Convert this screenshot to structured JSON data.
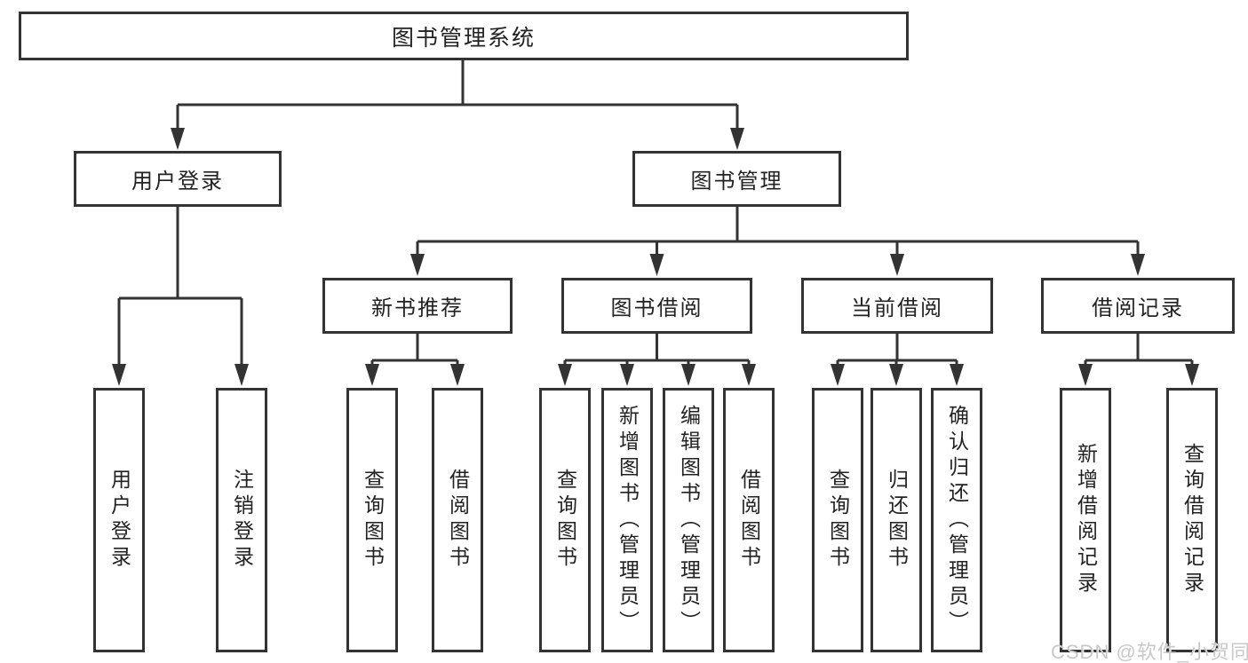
{
  "diagram": {
    "root": {
      "label": "图书管理系统"
    },
    "branches": [
      {
        "label": "用户登录",
        "children": [
          {
            "label": "用户登录"
          },
          {
            "label": "注销登录"
          }
        ]
      },
      {
        "label": "图书管理",
        "children": [
          {
            "label": "新书推荐",
            "children": [
              {
                "label": "查询图书"
              },
              {
                "label": "借阅图书"
              }
            ]
          },
          {
            "label": "图书借阅",
            "children": [
              {
                "label": "查询图书"
              },
              {
                "label": "新增图书（管理员）"
              },
              {
                "label": "编辑图书（管理员）"
              },
              {
                "label": "借阅图书"
              }
            ]
          },
          {
            "label": "当前借阅",
            "children": [
              {
                "label": "查询图书"
              },
              {
                "label": "归还图书"
              },
              {
                "label": "确认归还（管理员）"
              }
            ]
          },
          {
            "label": "借阅记录",
            "children": [
              {
                "label": "新增借阅记录"
              },
              {
                "label": "查询借阅记录"
              }
            ]
          }
        ]
      }
    ]
  },
  "watermark": {
    "text": "CSDN @软件_小贺同学",
    "color": "#c8c8c8"
  },
  "style_colors": {
    "line": "#333333",
    "box_border": "#333333",
    "text": "#222222",
    "background": "#ffffff"
  }
}
